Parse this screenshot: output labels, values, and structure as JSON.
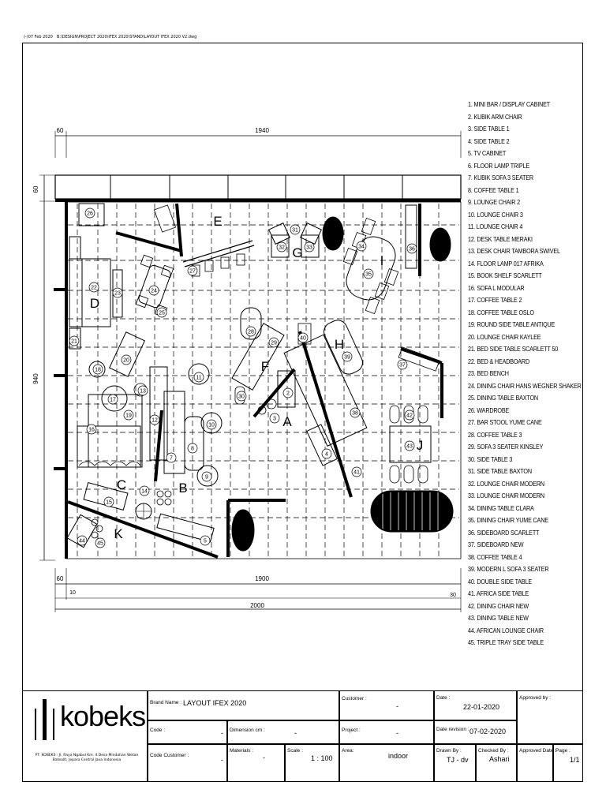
{
  "header": {
    "date_stamp": "(-)07 Feb 2020",
    "file_path": "B:\\DESIGN\\PROJECT 2020\\IFEX 2020\\STAND\\LAYOUT IFEX 2020 V2.dwg"
  },
  "dimensions": {
    "top_left": "60",
    "top_main": "1940",
    "left_top": "60",
    "left_main": "940",
    "bottom_left": "60",
    "bottom_main": "1900",
    "bottom_small_left": "10",
    "bottom_small_right": "30",
    "bottom_total": "2000"
  },
  "zones": [
    "A",
    "B",
    "C",
    "D",
    "E",
    "F",
    "G",
    "H",
    "I",
    "J",
    "K"
  ],
  "legend": [
    "1. MINI BAR / DISPLAY CABINET",
    "2. KUBIK ARM CHAIR",
    "3. SIDE TABLE 1",
    "4. SIDE TABLE 2",
    "5. TV CABINET",
    "6. FLOOR LAMP TRIPLE",
    "7. KUBIK SOFA 3 SEATER",
    "8. COFFEE TABLE 1",
    "9. LOUNGE CHAIR 2",
    "10. LOUNGE CHAIR 3",
    "11. LOUNGE CHAIR 4",
    "12. DESK TABLE MERAKI",
    "13. DESK CHAIR TAMBORA SWIVEL",
    "14. FLOOR LAMP 017 AFRIKA",
    "15. BOOK SHELF SCARLETT",
    "16. SOFA L MODULAR",
    "17. COFFEE TABLE 2",
    "18. COFFEE TABLE OSLO",
    "19. ROUND SIDE TABLE ANTIQUE",
    "20. LOUNGE CHAIR  KAYLEE",
    "21. BED SIDE TABLE SCARLETT 50",
    "22. BED & HEADBOARD",
    "23. BED BENCH",
    "24. DINING CHAIR HANS WEGNER SHAKER",
    "25. DINING TABLE BAXTON",
    "26. WARDROBE",
    "27. BAR STOOL YUME CANE",
    "28. COFFEE TABLE 3",
    "29. SOFA 3 SEATER KINSLEY",
    "30. SIDE TABLE 3",
    "31. SIDE TABLE BAXTON",
    "32. LOUNGE CHAIR MODERN",
    "33. LOUNGE CHAIR MODERN",
    "34. DINING TABLE CLARA",
    "35. DINING CHAIR YUME CANE",
    "36. SIDEBOARD SCARLETT",
    "37. SIDEBOARD NEW",
    "38. COFFEE TABLE 4",
    "39. MODERN L SOFA 3 SEATER",
    "40. DOUBLE SIDE TABLE",
    "41. AFRICA SIDE TABLE",
    "42. DINING CHAIR NEW",
    "43. DINING TABLE NEW",
    "44. AFRICAN LOUNGE CHAIR",
    "45. TRIPLE TRAY SIDE TABLE"
  ],
  "title_block": {
    "company": "kobeks",
    "address": "PT. KOBEKS : Jl. Raya Ngabul Km. 4 Desa Mindahan Wetan Batealit, Jepara Central Java Indonesia",
    "brand_name_label": "Brand Name :",
    "brand_name_value": "LAYOUT IFEX 2020",
    "code_label": "Code :",
    "code_value": "-",
    "dimension_label": "Dimension cm :",
    "dimension_value": "-",
    "code_customer_label": "Code Customer :",
    "code_customer_value": "-",
    "materials_label": "Materials :",
    "materials_value": "-",
    "scale_label": "Scale :",
    "scale_value": "1 : 100",
    "customer_label": "Customer :",
    "customer_value": "-",
    "project_label": "Project :",
    "project_value": "-",
    "area_label": "Area:",
    "area_value": "indoor",
    "date_label": "Date :",
    "date_value": "22-01-2020",
    "date_revision_label": "Date revision :",
    "date_revision_value": "07-02-2020",
    "drawn_by_label": "Drawn By :",
    "drawn_by_value": "TJ - dv",
    "checked_by_label": "Checked By :",
    "checked_by_value": "Ashari",
    "approved_by_label": "Approved by :",
    "approved_date_label": "Approved Date :",
    "page_label": "Page :",
    "page_value": "1/1"
  }
}
